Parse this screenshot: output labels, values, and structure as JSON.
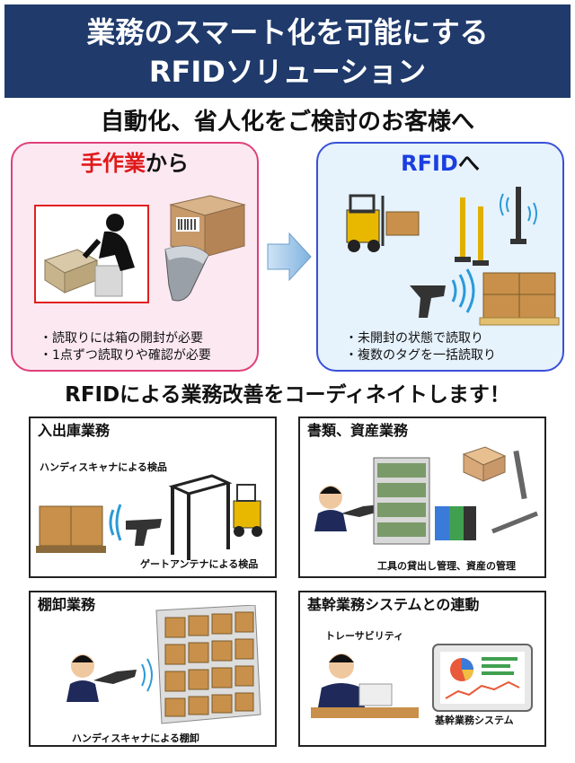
{
  "header": {
    "title_line1": "業務のスマート化を可能にする",
    "title_line2": "RFIDソリューション"
  },
  "subtitle": "自動化、省人化をご検討のお客様へ",
  "before_panel": {
    "title_accent": "手作業",
    "title_rest": "から",
    "bullets": [
      "・読取りには箱の開封が必要",
      "・1点ずつ読取りや確認が必要"
    ]
  },
  "after_panel": {
    "title_accent": "RFID",
    "title_rest": "へ",
    "bullets": [
      "・未開封の状態で読取り",
      "・複数のタグを一括読取り"
    ]
  },
  "mid_heading": "RFIDによる業務改善をコーディネイトします！",
  "cards": [
    {
      "title": "入出庫業務",
      "captions": [
        "ハンディスキャナによる検品",
        "ゲートアンテナによる検品"
      ]
    },
    {
      "title": "書類、資産業務",
      "captions": [
        "工具の貸出し管理、資産の管理"
      ]
    },
    {
      "title": "棚卸業務",
      "captions": [
        "ハンディスキャナによる棚卸"
      ]
    },
    {
      "title": "基幹業務システムとの連動",
      "captions": [
        "トレーサビリティ",
        "基幹業務システム"
      ]
    }
  ],
  "colors": {
    "banner": "#1f3a6b",
    "accent_red": "#e01818",
    "accent_blue": "#1a3ee0"
  }
}
